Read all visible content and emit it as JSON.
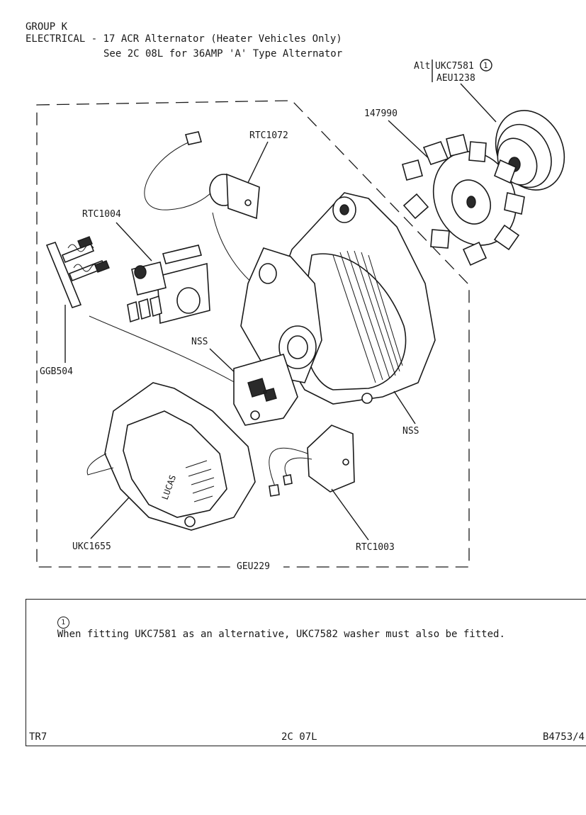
{
  "header": {
    "group": "GROUP K",
    "title": "ELECTRICAL - 17 ACR Alternator (Heater Vehicles Only)",
    "subtitle": "See 2C 08L for 36AMP 'A' Type Alternator"
  },
  "diagram": {
    "alt_prefix": "Alt",
    "alt_part": "UKC7581",
    "alt_marker": "1",
    "labels": {
      "aeu1238": "AEU1238",
      "p147990": "147990",
      "rtc1072": "RTC1072",
      "rtc1004": "RTC1004",
      "ggb504": "GGB504",
      "nss_top": "NSS",
      "nss_right": "NSS",
      "ukc1655": "UKC1655",
      "rtc1003": "RTC1003",
      "geu229": "GEU229",
      "lucas": "LUCAS"
    }
  },
  "note": {
    "marker": "1",
    "text": "When fitting UKC7581 as an alternative, UKC7582 washer must also be fitted."
  },
  "footer": {
    "left": "TR7",
    "center": "2C 07L",
    "right": "B4753/4"
  }
}
